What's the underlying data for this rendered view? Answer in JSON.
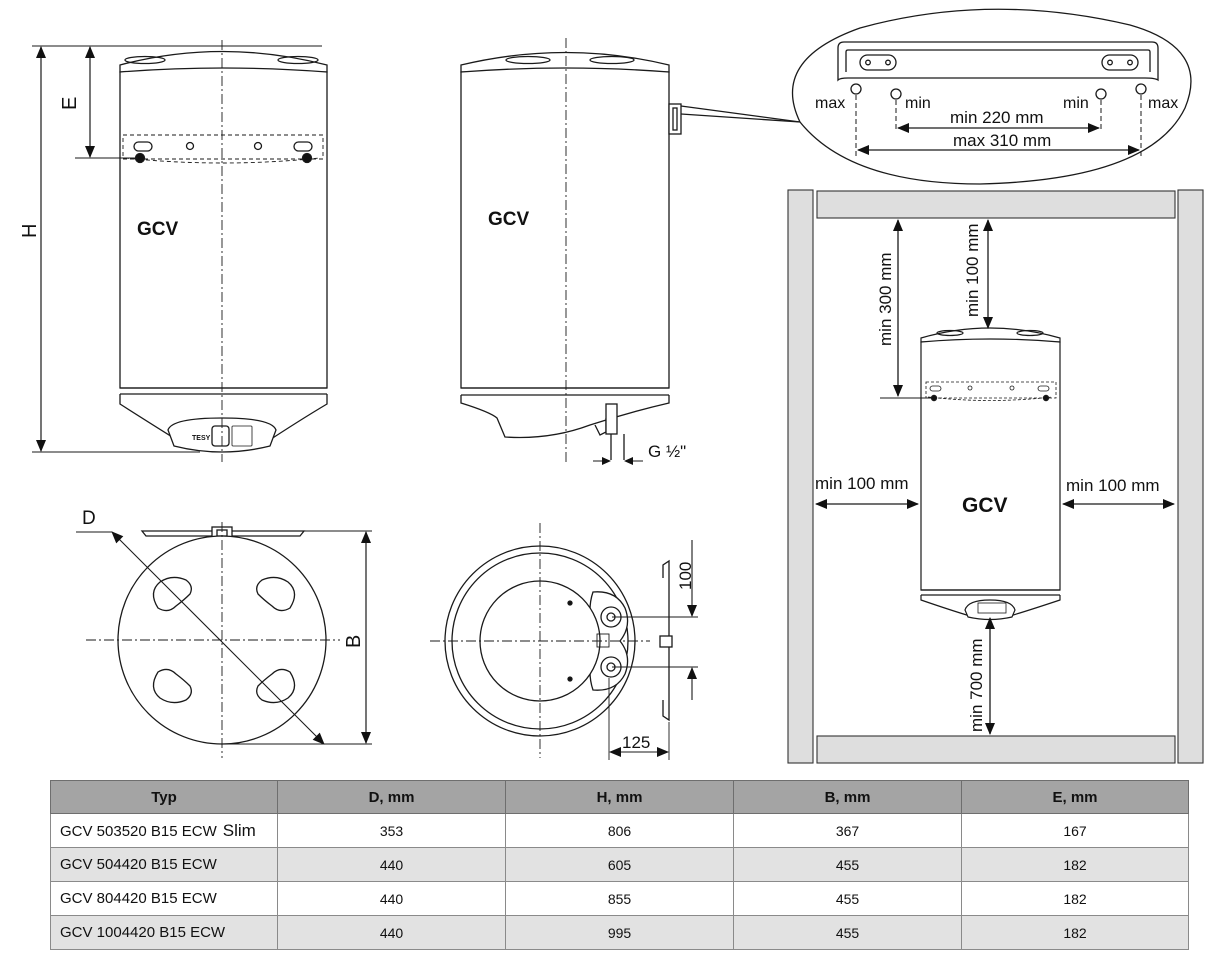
{
  "brand": "GCV",
  "panel_logo": "TESY",
  "dimension_letters": {
    "E": "E",
    "H": "H",
    "D": "D",
    "B": "B"
  },
  "side_view": {
    "connection": "G ½\""
  },
  "bottom_view": {
    "dim_100": "100",
    "dim_125": "125"
  },
  "bracket_detail": {
    "max_left": "max",
    "min_left": "min",
    "min_right": "min",
    "max_right": "max",
    "min_span": "min 220 mm",
    "max_span": "max 310 mm"
  },
  "clearance": {
    "top_300": "min 300 mm",
    "top_100": "min 100 mm",
    "left": "min 100 mm",
    "right": "min 100 mm",
    "bottom": "min 700 mm"
  },
  "table": {
    "headers": [
      "Typ",
      "D, mm",
      "H, mm",
      "B, mm",
      "E, mm"
    ],
    "rows": [
      {
        "model": "GCV 503520 B15 ECW",
        "note": "Slim",
        "cells": [
          "353",
          "806",
          "367",
          "167"
        ]
      },
      {
        "model": "GCV 504420 B15 ECW",
        "note": "",
        "cells": [
          "440",
          "605",
          "455",
          "182"
        ]
      },
      {
        "model": "GCV 804420 B15 ECW",
        "note": "",
        "cells": [
          "440",
          "855",
          "455",
          "182"
        ]
      },
      {
        "model": "GCV 1004420 B15 ECW",
        "note": "",
        "cells": [
          "440",
          "995",
          "455",
          "182"
        ]
      }
    ]
  },
  "colors": {
    "line": "#1a1a1a",
    "wall": "#dedede",
    "header_bg": "#a4a4a4",
    "row_alt": "#e2e2e2"
  }
}
